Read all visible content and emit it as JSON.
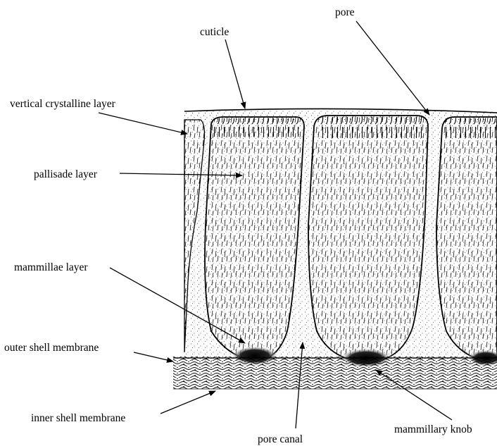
{
  "diagram": {
    "labels": {
      "pore": "pore",
      "cuticle": "cuticle",
      "vertical_crystalline_layer": "vertical crystalline layer",
      "pallisade_layer": "pallisade layer",
      "mammillae_layer": "mammillae layer",
      "outer_shell_membrane": "outer shell membrane",
      "inner_shell_membrane": "inner shell membrane",
      "pore_canal": "pore canal",
      "mammillary_knob": "mammillary knob"
    }
  }
}
